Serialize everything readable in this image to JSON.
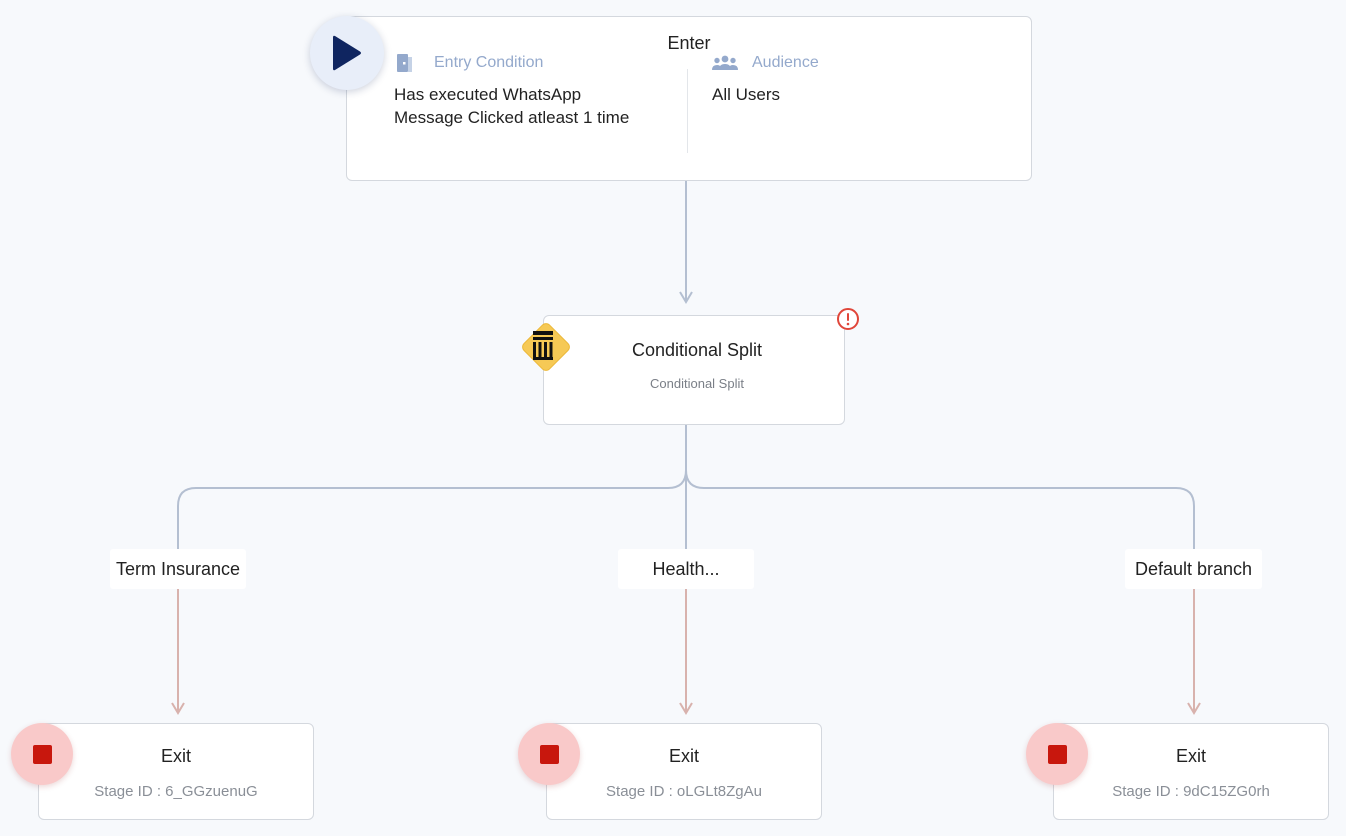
{
  "enter": {
    "title": "Enter",
    "entry_condition": {
      "label": "Entry Condition",
      "icon": "door-icon",
      "value_line1": "Has executed WhatsApp",
      "value_line2": "Message Clicked atleast 1 time"
    },
    "audience": {
      "label": "Audience",
      "icon": "people-icon",
      "value": "All Users"
    },
    "start_icon": "play-icon"
  },
  "split": {
    "title": "Conditional Split",
    "subtitle": "Conditional Split",
    "icon": "split-icon",
    "warning_icon": "warning-icon"
  },
  "branches": [
    {
      "label": "Term Insurance"
    },
    {
      "label": "Health..."
    },
    {
      "label": "Default branch"
    }
  ],
  "exits": [
    {
      "title": "Exit",
      "stage_id": "Stage ID : 6_GGzuenuG"
    },
    {
      "title": "Exit",
      "stage_id": "Stage ID : oLGLt8ZgAu"
    },
    {
      "title": "Exit",
      "stage_id": "Stage ID : 9dC15ZG0rh"
    }
  ],
  "colors": {
    "background": "#f7f9fc",
    "connector_upper": "#b4bfd1",
    "connector_lower": "#d8b2ad",
    "play": "#0f2560",
    "diamond": "#f6c955",
    "warning": "#e0463a",
    "stop": "#c8170d",
    "stop_circle": "#f9c9c9",
    "muted_label": "#94a9cc"
  }
}
